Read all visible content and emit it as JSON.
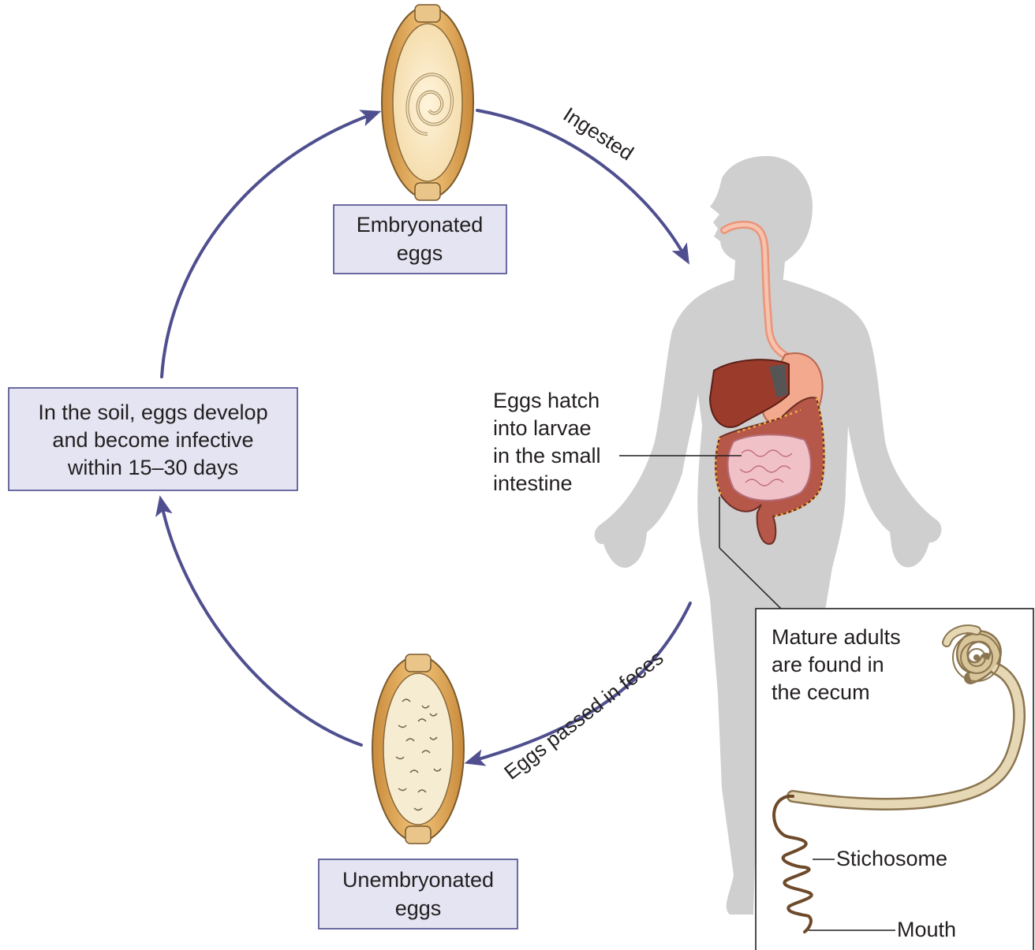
{
  "labels": {
    "embryonated_line1": "Embryonated",
    "embryonated_line2": "eggs",
    "unembryonated_line1": "Unembryonated",
    "unembryonated_line2": "eggs",
    "soil_line1": "In the soil, eggs develop",
    "soil_line2": "and become infective",
    "soil_line3": "within 15–30 days",
    "ingested": "Ingested",
    "passed": "Eggs passed in feces",
    "hatch_line1": "Eggs hatch",
    "hatch_line2": "into larvae",
    "hatch_line3": "in the small",
    "hatch_line4": "intestine",
    "mature_line1": "Mature adults",
    "mature_line2": "are found in",
    "mature_line3": "the cecum",
    "stichosome": "Stichosome",
    "mouth": "Mouth"
  },
  "colors": {
    "arrow": "#4f4f8f",
    "box_fill": "#e4e4f2",
    "box_stroke": "#4a4a8c",
    "silhouette": "#cfcfcf",
    "egg_shell": "#e8b56a",
    "liver": "#9b3b2c",
    "intestine": "#f1c1c8",
    "colon": "#b5584a"
  },
  "icons": {
    "embryonated_egg": "egg-with-coiled-larva-icon",
    "unembryonated_egg": "egg-with-granules-icon",
    "human_body": "human-silhouette-icon",
    "adult_worm": "whipworm-icon"
  }
}
